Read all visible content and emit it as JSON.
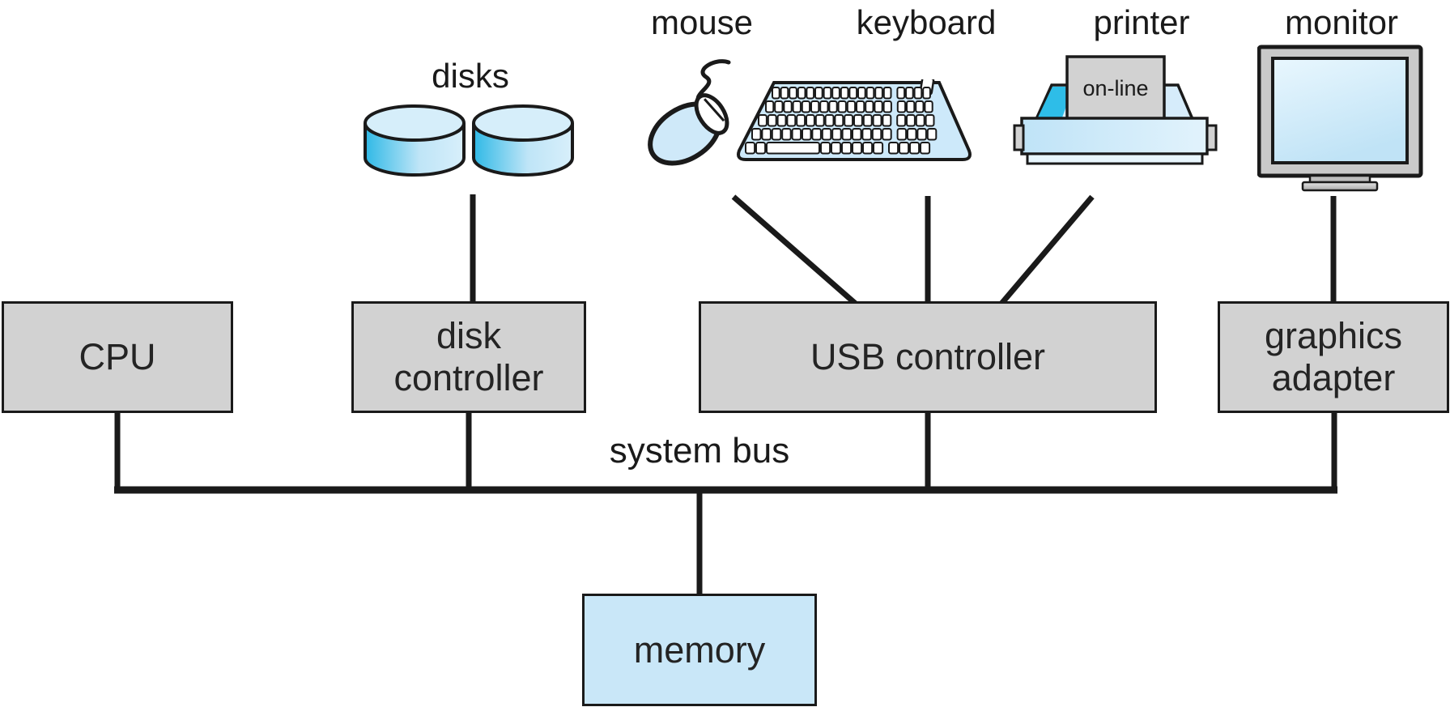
{
  "figure": {
    "description": "computer system architecture diagram"
  },
  "devices": {
    "disks_label": "disks",
    "mouse_label": "mouse",
    "keyboard_label": "keyboard",
    "printer_label": "printer",
    "monitor_label": "monitor",
    "printer_status": "on-line"
  },
  "components": {
    "cpu_label": "CPU",
    "disk_controller_label": "disk controller",
    "usb_controller_label": "USB controller",
    "graphics_adapter_label": "graphics adapter",
    "memory_label": "memory"
  },
  "bus": {
    "label": "system bus"
  },
  "connections": [
    "disks - disk controller",
    "mouse - USB controller",
    "keyboard - USB controller",
    "printer - USB controller",
    "monitor - graphics adapter",
    "CPU - system bus",
    "disk controller - system bus",
    "USB controller - system bus",
    "graphics adapter - system bus",
    "memory - system bus"
  ],
  "colors": {
    "outline": "#1a1a1a",
    "component_fill": "#d2d2d2",
    "memory_fill": "#c9e7f8",
    "device_light_blue": "#cfe9f9",
    "device_cyan": "#2ebde8",
    "background": "#ffffff"
  }
}
